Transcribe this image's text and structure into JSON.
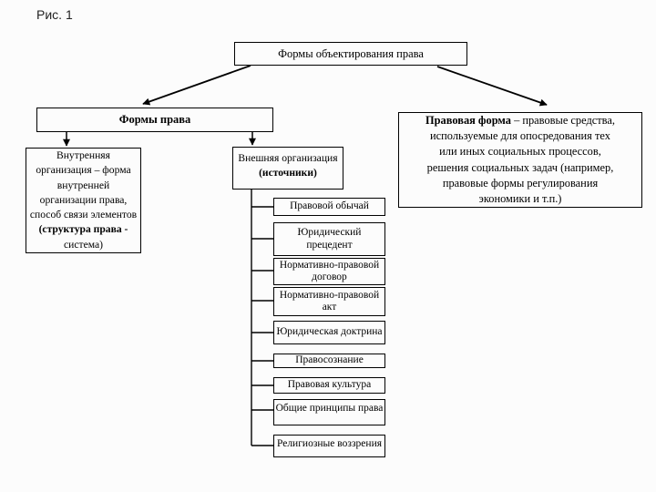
{
  "figure": {
    "label": "Рис. 1"
  },
  "nodes": {
    "root": "Формы объектирования права",
    "forms_of_law": "Формы права",
    "internal": {
      "before": "Внутренняя\nорганизация – форма\nвнутренней\nорганизации права,\nспособ связи элементов\n",
      "bold": "(структура права -",
      "after": "\nсистема)"
    },
    "external": {
      "line1": "Внешняя организация",
      "line2": "(источники)"
    },
    "legal_form": {
      "bold": "Правовая форма",
      "text": " – правовые средства,\nиспользуемые для опосредования тех\nили иных социальных процессов,\nрешения социальных задач (например,\nправовые формы регулирования\nэкономики и т.п.)"
    },
    "sources": [
      "Правовой обычай",
      "Юридический\nпрецедент",
      "Нормативно-правовой\nдоговор",
      "Нормативно-правовой\nакт",
      "Юридическая доктрина",
      "Правосознание",
      "Правовая культура",
      "Общие принципы права",
      "Религиозные воззрения"
    ]
  },
  "colors": {
    "line": "#000000",
    "box_border": "#000000",
    "background": "#fcfcfc",
    "text": "#000000"
  }
}
